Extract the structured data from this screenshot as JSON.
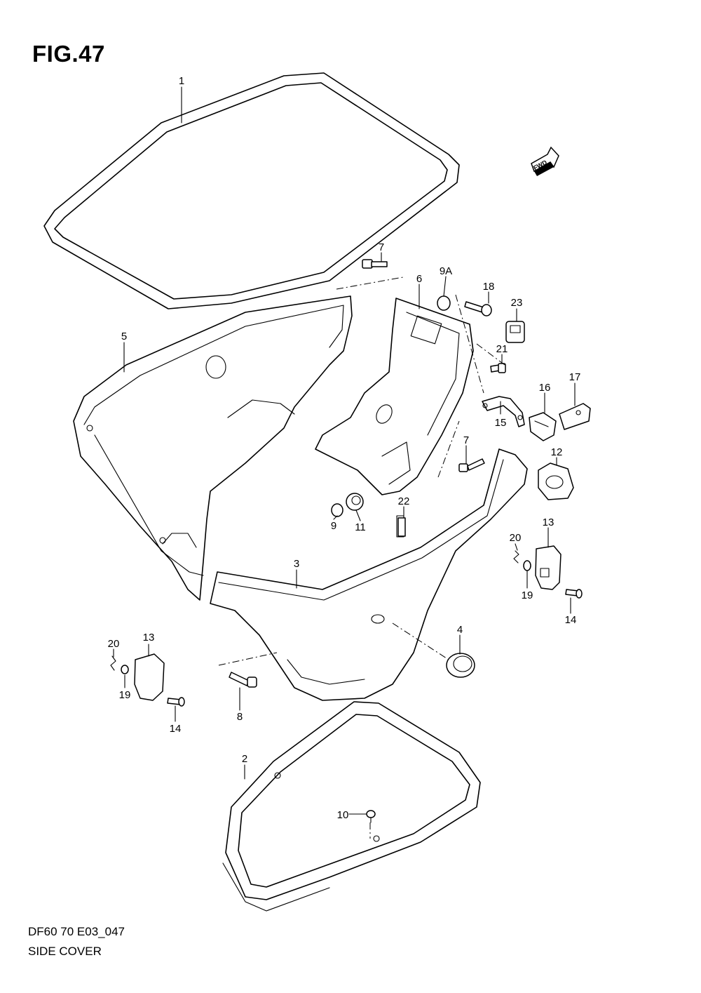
{
  "figure": {
    "title": "FIG.47",
    "code": "DF60 70 E03_047",
    "name": "SIDE COVER",
    "fwd_badge": "FWD"
  },
  "callouts": [
    {
      "id": "c1",
      "text": "1"
    },
    {
      "id": "c2",
      "text": "2"
    },
    {
      "id": "c3",
      "text": "3"
    },
    {
      "id": "c4",
      "text": "4"
    },
    {
      "id": "c5",
      "text": "5"
    },
    {
      "id": "c6",
      "text": "6"
    },
    {
      "id": "c7a",
      "text": "7"
    },
    {
      "id": "c7b",
      "text": "7"
    },
    {
      "id": "c8",
      "text": "8"
    },
    {
      "id": "c9",
      "text": "9"
    },
    {
      "id": "c9a",
      "text": "9A"
    },
    {
      "id": "c10",
      "text": "10"
    },
    {
      "id": "c11",
      "text": "11"
    },
    {
      "id": "c12",
      "text": "12"
    },
    {
      "id": "c13a",
      "text": "13"
    },
    {
      "id": "c13b",
      "text": "13"
    },
    {
      "id": "c14a",
      "text": "14"
    },
    {
      "id": "c14b",
      "text": "14"
    },
    {
      "id": "c15",
      "text": "15"
    },
    {
      "id": "c16",
      "text": "16"
    },
    {
      "id": "c17",
      "text": "17"
    },
    {
      "id": "c18",
      "text": "18"
    },
    {
      "id": "c19a",
      "text": "19"
    },
    {
      "id": "c19b",
      "text": "19"
    },
    {
      "id": "c20a",
      "text": "20"
    },
    {
      "id": "c20b",
      "text": "20"
    },
    {
      "id": "c21",
      "text": "21"
    },
    {
      "id": "c22",
      "text": "22"
    },
    {
      "id": "c23",
      "text": "23"
    }
  ]
}
